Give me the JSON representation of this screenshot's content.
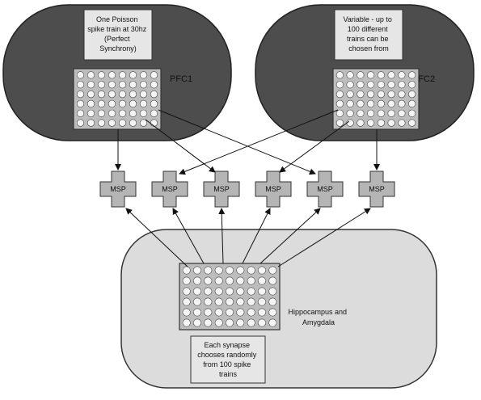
{
  "colors": {
    "region_dark": "#4d4d4d",
    "region_light": "#dcdcdc",
    "note_fill": "#e6e6e6",
    "grid_fill": "#bdbdbd",
    "neuron_fill": "#f5f5f5",
    "msp_fill": "#b5b5b5",
    "arrow": "#111111"
  },
  "pfc1": {
    "label": "PFC1",
    "note_lines": [
      "One Poisson",
      "spike train at 30hz",
      "(Perfect",
      "Synchrony)"
    ]
  },
  "pfc2": {
    "label": "PFC2",
    "note_lines": [
      "Variable - up to",
      "100 different",
      "trains can be",
      "chosen from"
    ]
  },
  "msps": [
    "MSP",
    "MSP",
    "MSP",
    "MSP",
    "MSP",
    "MSP"
  ],
  "hippocampus": {
    "label_lines": [
      "Hippocampus and",
      "Amygdala"
    ],
    "note_lines": [
      "Each synapse",
      "chooses randomly",
      "from 100 spike",
      "trains"
    ]
  }
}
